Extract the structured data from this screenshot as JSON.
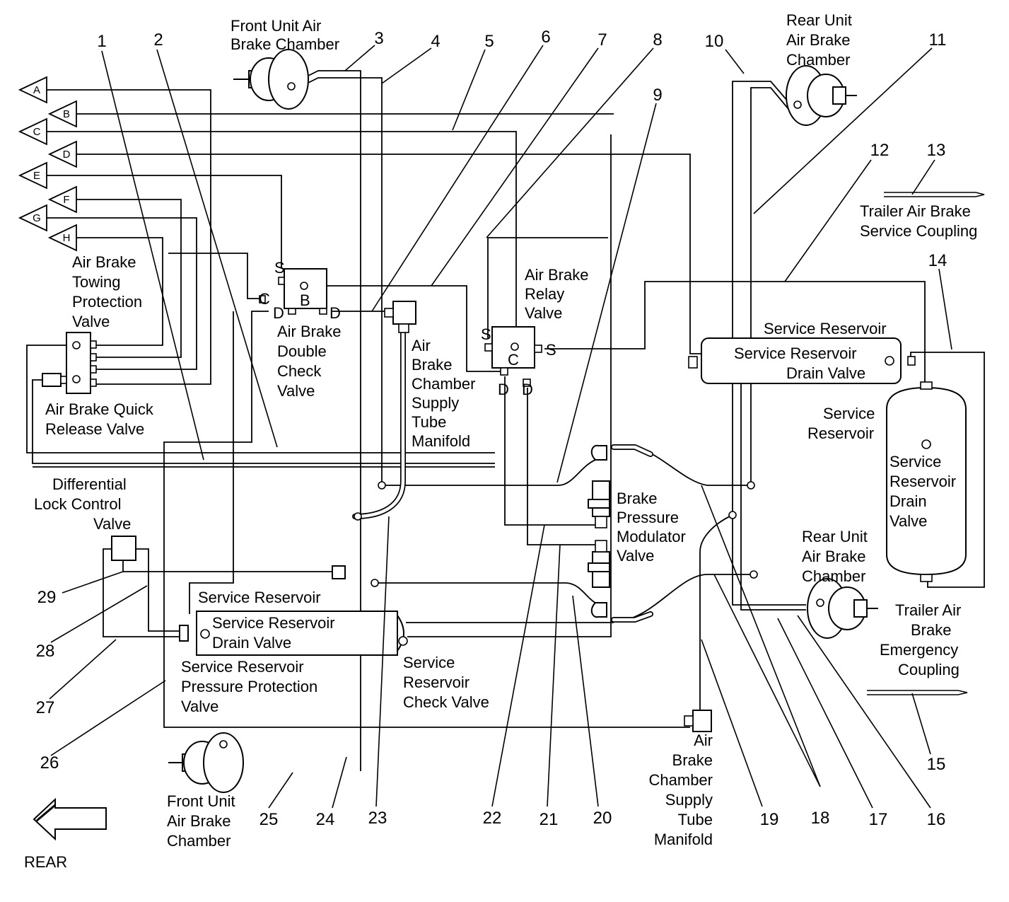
{
  "connectors": [
    "A",
    "B",
    "C",
    "D",
    "E",
    "F",
    "G",
    "H"
  ],
  "callouts": [
    "1",
    "2",
    "3",
    "4",
    "5",
    "6",
    "7",
    "8",
    "9",
    "10",
    "11",
    "12",
    "13",
    "14",
    "15",
    "16",
    "17",
    "18",
    "19",
    "20",
    "21",
    "22",
    "23",
    "24",
    "25",
    "26",
    "27",
    "28",
    "29"
  ],
  "labels": {
    "front_chamber_top": [
      "Front Unit Air",
      "Brake Chamber"
    ],
    "rear_chamber_top": [
      "Rear Unit",
      "Air Brake",
      "Chamber"
    ],
    "trailer_service": [
      "Trailer Air Brake",
      "Service Coupling"
    ],
    "towing_protection": [
      "Air Brake",
      "Towing",
      "Protection",
      "Valve"
    ],
    "double_check": [
      "Air Brake",
      "Double",
      "Check",
      "Valve"
    ],
    "relay_valve": [
      "Air Brake",
      "Relay",
      "Valve"
    ],
    "supply_manifold_top": [
      "Air",
      "Brake",
      "Chamber",
      "Supply",
      "Tube",
      "Manifold"
    ],
    "quick_release": [
      "Air Brake Quick",
      "Release Valve"
    ],
    "service_reservoir_top": "Service Reservoir",
    "drain_valve_top": [
      "Service Reservoir",
      "Drain Valve"
    ],
    "service_reservoir_vertical": [
      "Service",
      "Reservoir"
    ],
    "drain_valve_vertical": [
      "Service",
      "Reservoir",
      "Drain",
      "Valve"
    ],
    "differential": [
      "Differential",
      "Lock Control",
      "Valve"
    ],
    "modulator": [
      "Brake",
      "Pressure",
      "Modulator",
      "Valve"
    ],
    "rear_chamber_bottom": [
      "Rear Unit",
      "Air Brake",
      "Chamber"
    ],
    "trailer_emergency": [
      "Trailer Air",
      "Brake",
      "Emergency",
      "Coupling"
    ],
    "service_reservoir_bottom": "Service Reservoir",
    "drain_valve_bottom": [
      "Service Reservoir",
      "Drain Valve"
    ],
    "pressure_protection": [
      "Service Reservoir",
      "Pressure Protection",
      "Valve"
    ],
    "check_valve": [
      "Service",
      "Reservoir",
      "Check Valve"
    ],
    "supply_manifold_bottom": [
      "Air",
      "Brake",
      "Chamber",
      "Supply",
      "Tube",
      "Manifold"
    ],
    "front_chamber_bottom": [
      "Front Unit",
      "Air Brake",
      "Chamber"
    ],
    "rear_arrow": "REAR"
  },
  "ports": {
    "double_check_s": "S",
    "double_check_c": "C",
    "double_check_d1": "D",
    "double_check_b": "B",
    "double_check_d2": "D",
    "relay_s_left": "S",
    "relay_c": "C",
    "relay_s_right": "S",
    "relay_d1": "D",
    "relay_d2": "D"
  }
}
